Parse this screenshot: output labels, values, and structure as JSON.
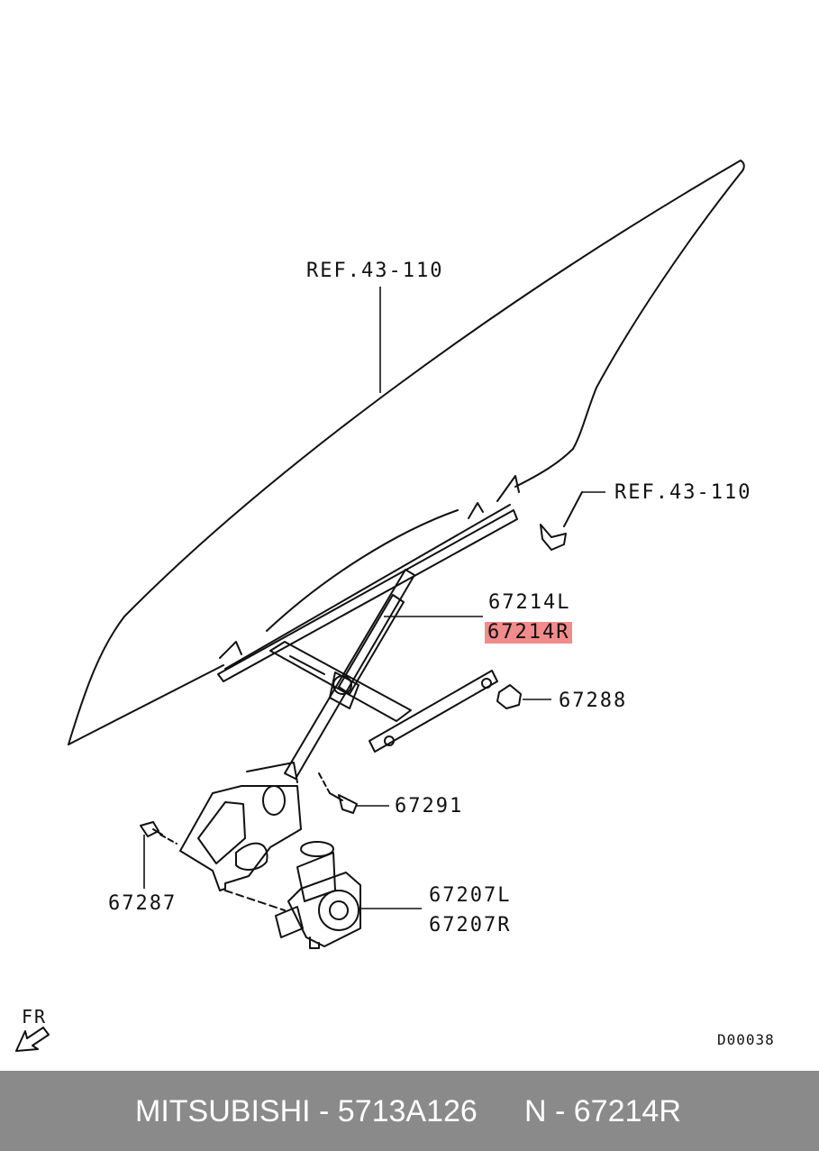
{
  "diagram": {
    "labels": {
      "ref_top": "REF.43-110",
      "ref_right": "REF.43-110",
      "p67214L": "67214L",
      "p67214R": "67214R",
      "p67288": "67288",
      "p67291": "67291",
      "p67287": "67287",
      "p67207L": "67207L",
      "p67207R": "67207R"
    },
    "direction": "FR",
    "drawing_code": "D00038",
    "highlight_color": "#f28b8b"
  },
  "footer": {
    "brand_part": "MITSUBISHI - 5713A126",
    "ref_number": "N - 67214R"
  }
}
